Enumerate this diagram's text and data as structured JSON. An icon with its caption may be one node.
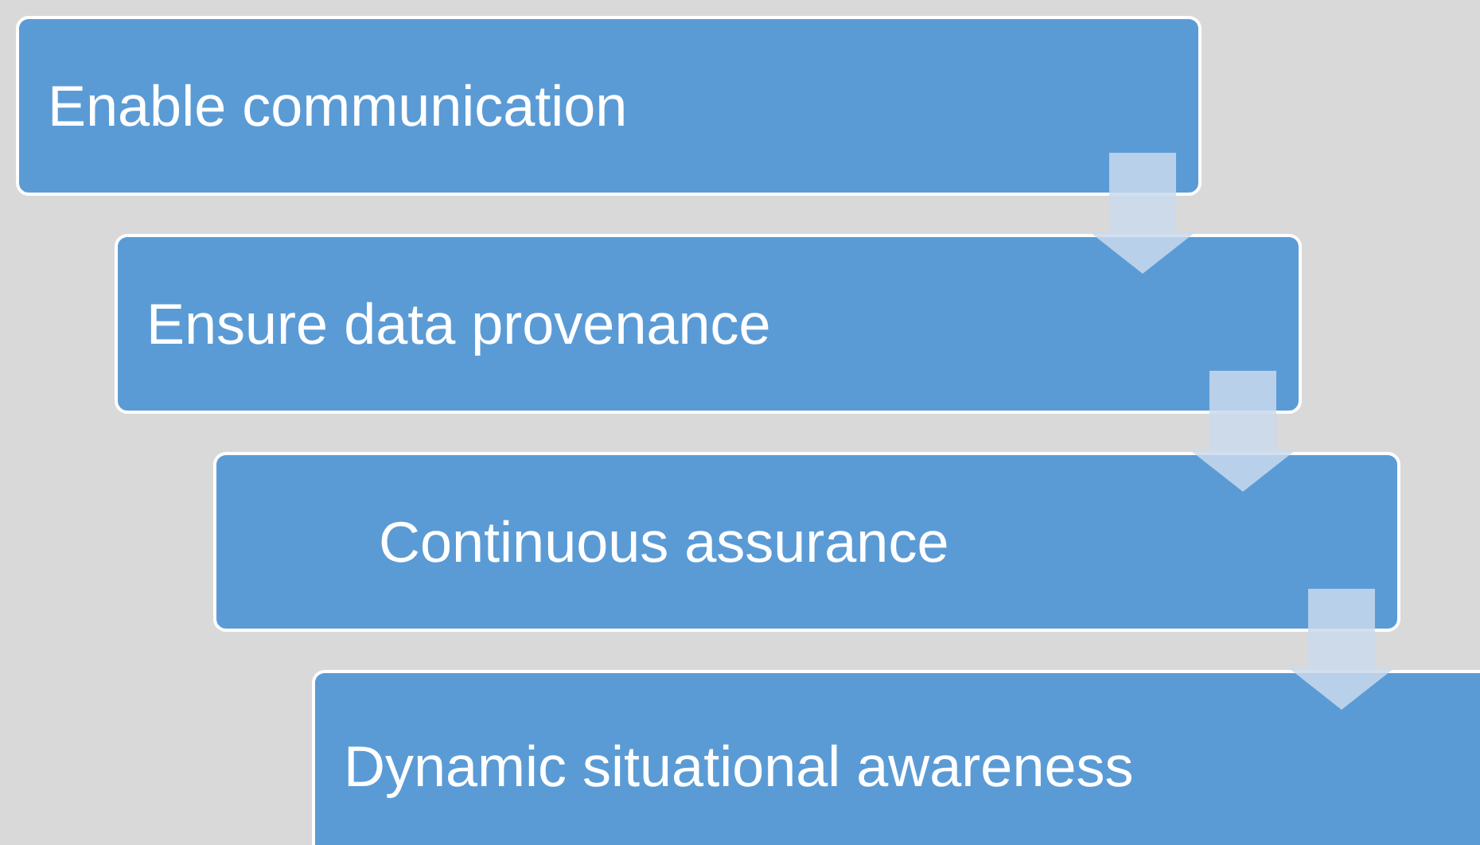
{
  "diagram": {
    "nodes": [
      {
        "text": [
          "Enable communication"
        ]
      },
      {
        "text": [
          "Ensure data provenance"
        ]
      },
      {
        "text": [
          "Continuous assurance"
        ]
      },
      {
        "text": [
          "Dynamic situational awareness"
        ]
      }
    ],
    "edges": [
      {
        "from": 0,
        "to": 1,
        "arrow": "to"
      },
      {
        "from": 1,
        "to": 2,
        "arrow": "to"
      },
      {
        "from": 2,
        "to": 3,
        "arrow": "to"
      }
    ]
  }
}
